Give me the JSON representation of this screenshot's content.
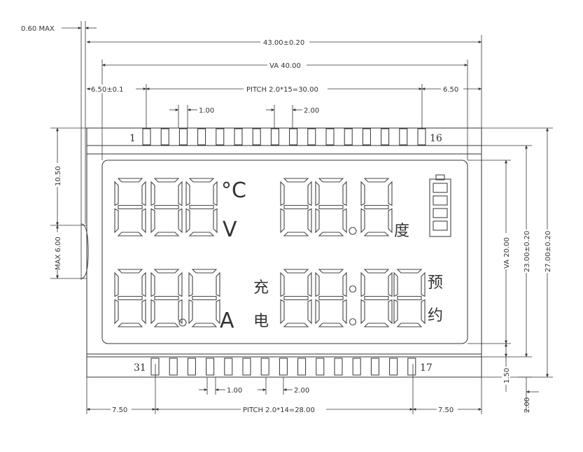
{
  "dimensions": {
    "thickness": "0.60 MAX",
    "total_width": "43.00±0.20",
    "va_width": "VA 40.00",
    "left_offset_top": "6.50±0.1",
    "pitch_top": "PITCH 2.0*15=30.00",
    "right_offset_top": "6.50",
    "pin_width_top": "1.00",
    "pin_pitch_top": "2.00",
    "left_height": "10.50",
    "pin_length": "MAX 6.00",
    "va_height": "VA 20.00",
    "inner_height": "23.00±0.20",
    "total_height": "27.00±0.20",
    "bottom_margin": "1.50",
    "bottom_extra": "2.00",
    "pin_width_bottom": "1.00",
    "pin_pitch_bottom": "2.00",
    "left_offset_bottom": "7.50",
    "pitch_bottom": "PITCH 2.0*14=28.00",
    "right_offset_bottom": "7.50"
  },
  "pins": {
    "top_first": "1",
    "top_last": "16",
    "bottom_first": "31",
    "bottom_last": "17",
    "top_count": 16,
    "bottom_count": 15
  },
  "display": {
    "temp_symbol": "°C",
    "volt_symbol": "V",
    "degree_symbol": "度",
    "amp_symbol": "A",
    "charge_top": "充",
    "charge_bottom": "电",
    "reserve_top": "预",
    "reserve_bottom": "约",
    "battery_bars": 4
  }
}
